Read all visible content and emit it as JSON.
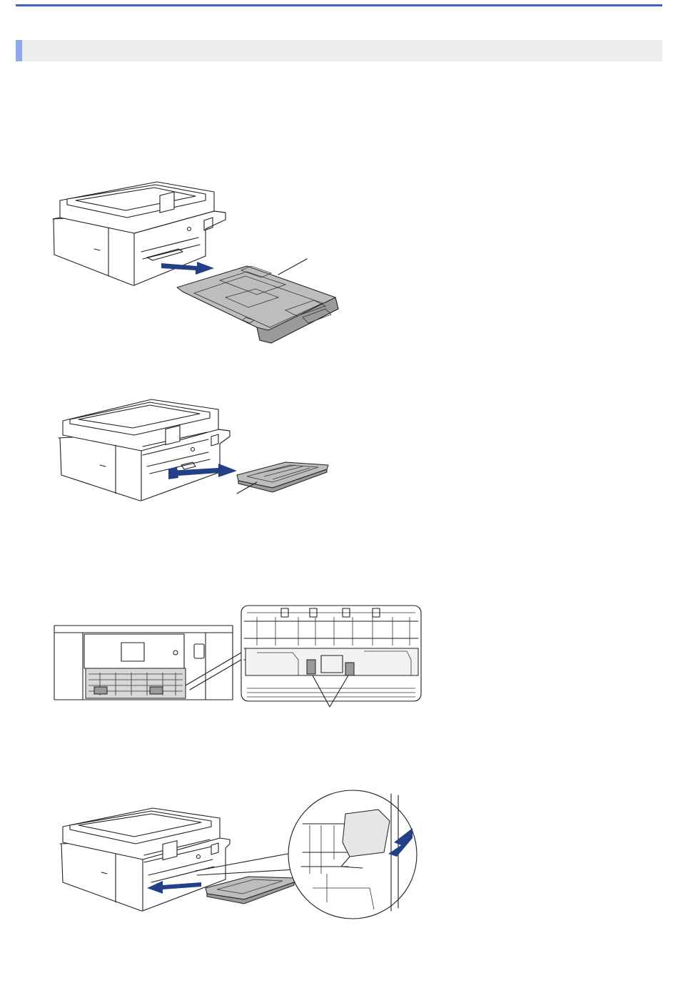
{
  "header": {
    "rule_color": "#3a63c8",
    "heading_bar_color": "#ececec",
    "heading_accent_color": "#8fa8ec",
    "heading_text": ""
  },
  "figures": [
    {
      "id": "figure-1",
      "icon": "printer-remove-paper-tray-illustration",
      "arrow_color": "#233f86"
    },
    {
      "id": "figure-2",
      "icon": "printer-remove-output-tray-cover-illustration",
      "arrow_color": "#233f86"
    },
    {
      "id": "figure-3",
      "icon": "printer-inside-rollers-closeup-illustration"
    },
    {
      "id": "figure-4",
      "icon": "printer-push-lever-closeup-illustration",
      "arrow_color": "#233f86"
    }
  ]
}
